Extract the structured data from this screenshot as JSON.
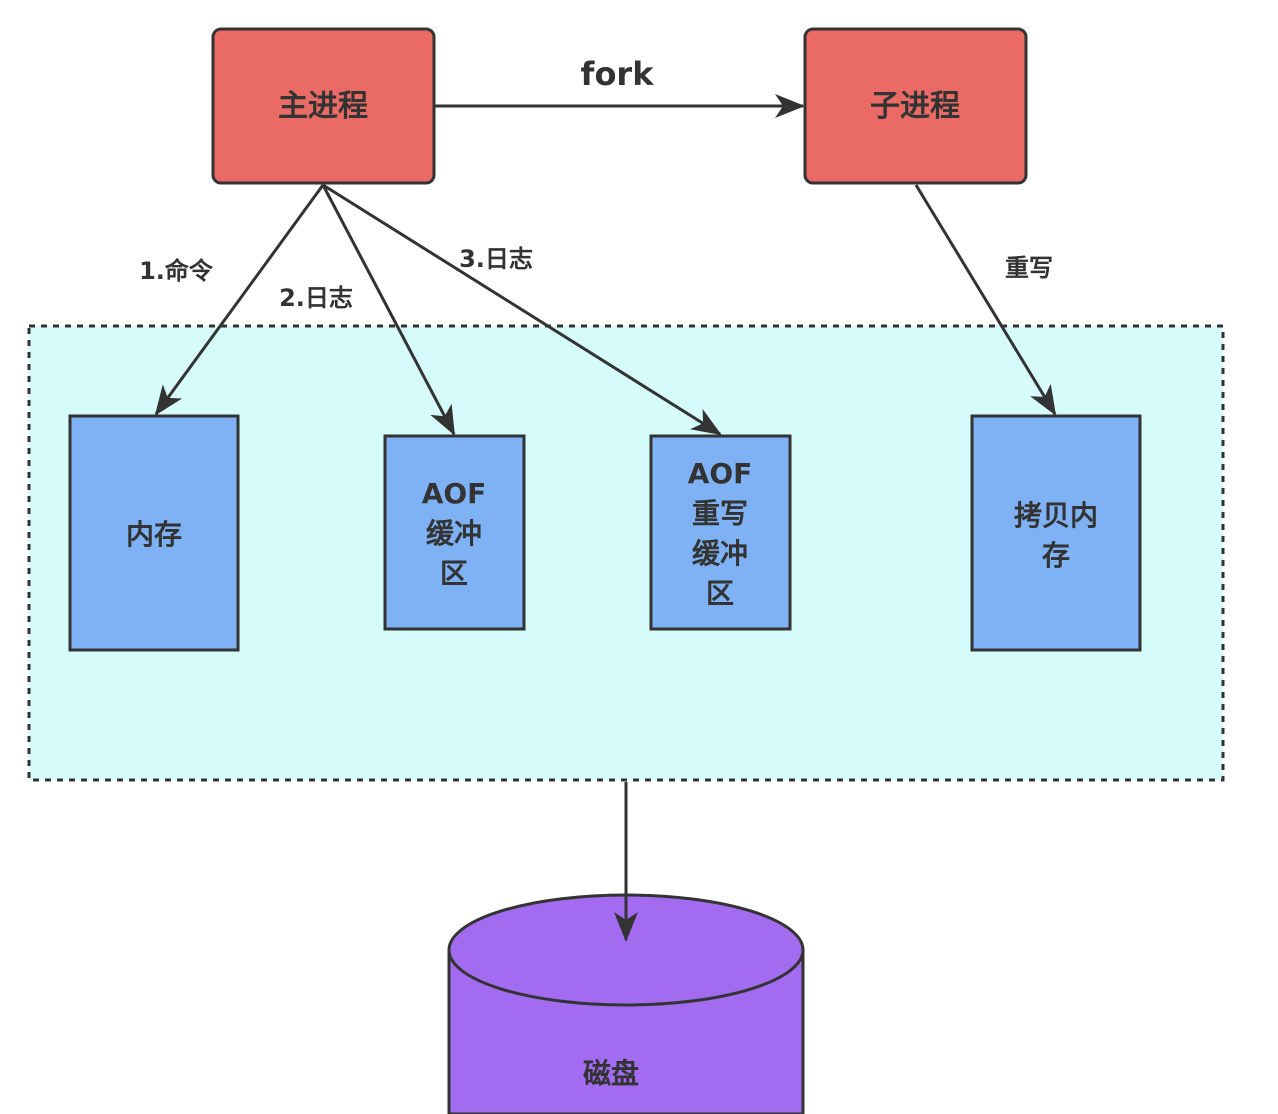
{
  "nodes": {
    "main_process": "主进程",
    "child_process": "子进程",
    "memory": "内存",
    "aof_buffer": [
      "AOF",
      "缓冲",
      "区"
    ],
    "aof_rewrite_buffer": [
      "AOF",
      "重写",
      "缓冲",
      "区"
    ],
    "copy_memory": [
      "拷贝内",
      "存"
    ],
    "disk": "磁盘"
  },
  "edges": {
    "fork": "fork",
    "command": "1.命令",
    "log2": "2.日志",
    "log3": "3.日志",
    "rewrite": "重写"
  },
  "colors": {
    "process_fill": "#EA6B66",
    "buffer_fill": "#7EB2F5",
    "container_fill": "#D5FBFB",
    "disk_fill": "#A26BF0",
    "stroke": "#333333"
  }
}
